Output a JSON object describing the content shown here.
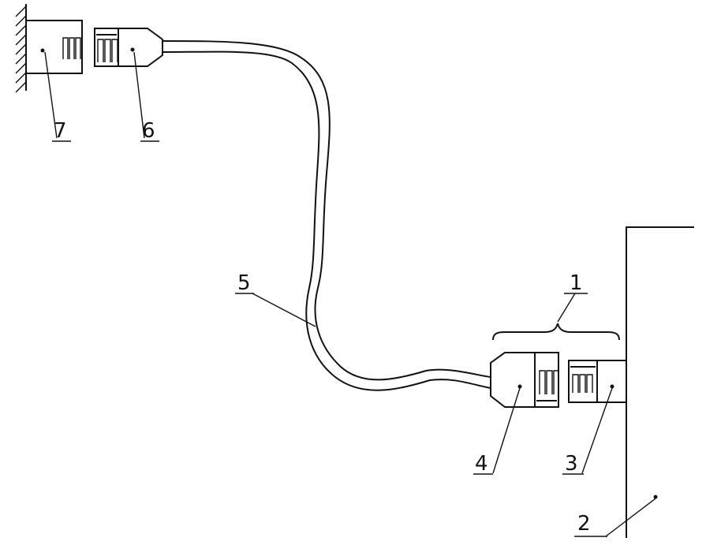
{
  "labels": {
    "bracket_1": "1",
    "device_2": "2",
    "socket_3": "3",
    "plug_4": "4",
    "cable_5": "5",
    "plug_6": "6",
    "socket_7": "7"
  }
}
